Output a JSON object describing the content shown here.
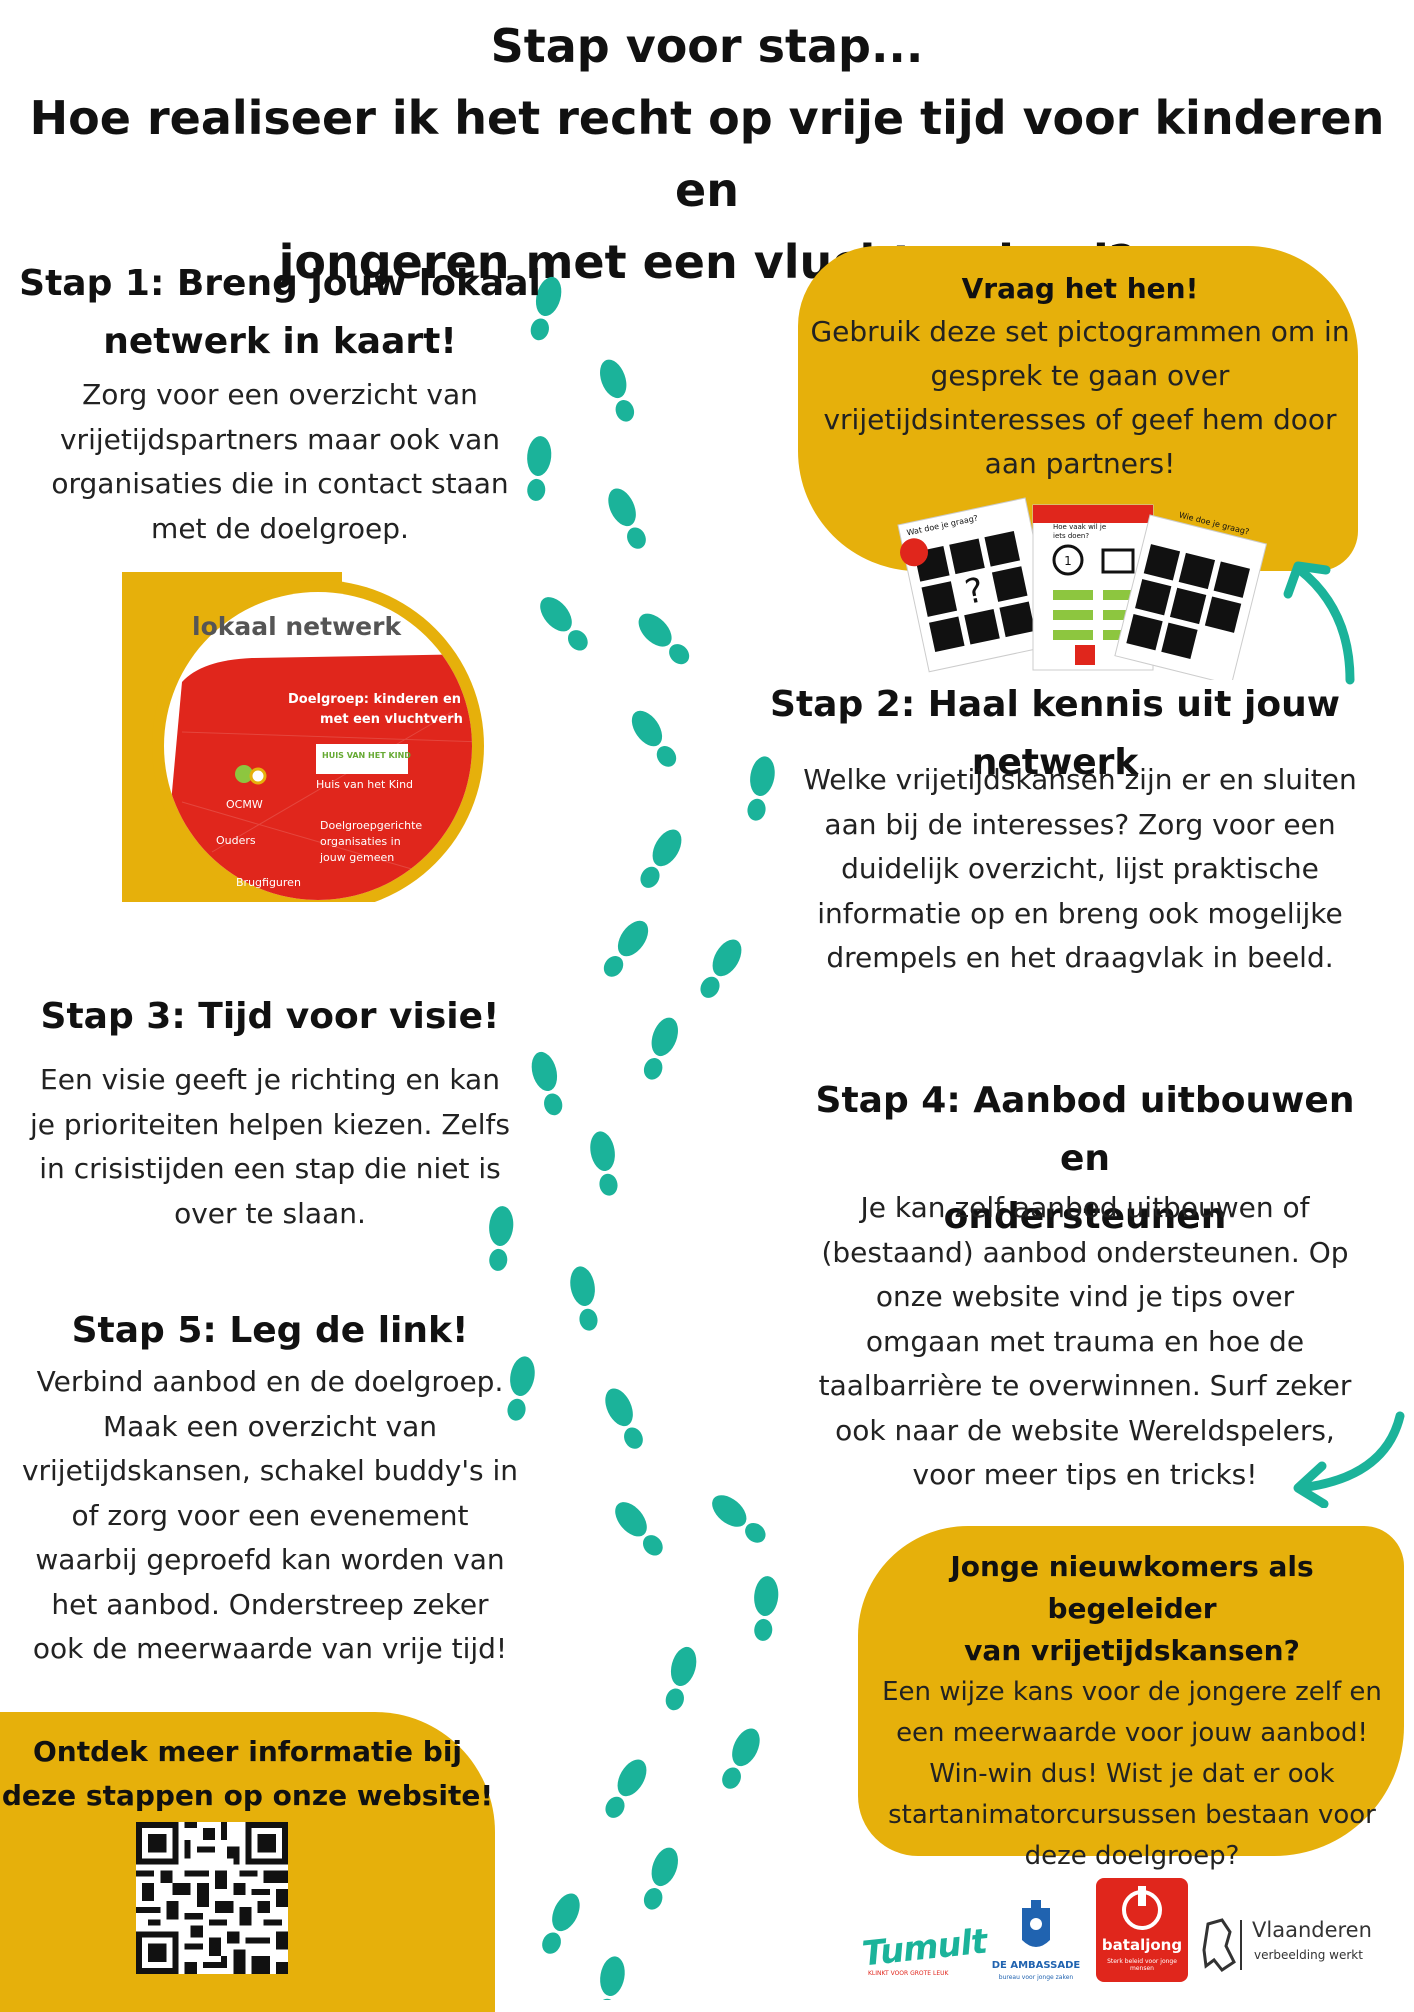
{
  "title": {
    "line1": "Stap voor stap...",
    "line2": "Hoe realiseer ik het recht op vrije tijd voor kinderen en",
    "line3": "jongeren met een vluchtverhaal?"
  },
  "step1": {
    "heading_line1": "Stap 1: Breng jouw lokaal",
    "heading_line2": "netwerk in kaart!",
    "body": [
      "Zorg voor een overzicht van",
      "vrijetijdspartners maar ook van",
      "organisaties die in contact staan",
      "met de doelgroep."
    ]
  },
  "network_image": {
    "title": "lokaal netwerk",
    "target_line1": "Doelgroep: kinderen en",
    "target_line2": "met een vluchtverh",
    "huis_logo": "HUIS VAN HET KIND",
    "ocmw": "OCMW",
    "huis": "Huis van het Kind",
    "ouders": "Ouders",
    "org_line1": "Doelgroepgerichte",
    "org_line2": "organisaties in",
    "org_line3": "jouw gemeen",
    "brug": "Brugfiguren"
  },
  "ask_box": {
    "heading": "Vraag het hen!",
    "body": [
      "Gebruik deze set pictogrammen om in",
      "gesprek te gaan over",
      "vrijetijdsinteresses of geef hem door",
      "aan partners!"
    ]
  },
  "picto_cards": {
    "card1_title": "Wat doe je graag?",
    "card2_title_line1": "Hoe vaak wil je",
    "card2_title_line2": "iets doen?",
    "card3_title": "Wie doe je graag?"
  },
  "step2": {
    "heading": "Stap 2: Haal kennis uit jouw netwerk",
    "body": [
      "Welke vrijetijdskansen zijn er en sluiten",
      "aan bij de interesses?  Zorg voor een",
      "duidelijk overzicht, lijst praktische",
      "informatie op en breng ook mogelijke",
      "drempels en het draagvlak in beeld."
    ]
  },
  "step3": {
    "heading": "Stap 3: Tijd voor visie!",
    "body": [
      "Een visie geeft je richting en kan",
      "je prioriteiten helpen kiezen. Zelfs",
      "in crisistijden een stap die niet is",
      "over te slaan."
    ]
  },
  "step4": {
    "heading_line1": "Stap 4: Aanbod uitbouwen en",
    "heading_line2": "ondersteunen",
    "body": [
      "Je kan zelf aanbod uitbouwen of",
      "(bestaand) aanbod ondersteunen. Op",
      "onze website vind je tips over",
      "omgaan met trauma en hoe de",
      "taalbarrière te overwinnen. Surf zeker",
      "ook naar de website Wereldspelers,",
      "voor meer tips en tricks!"
    ]
  },
  "step5": {
    "heading": "Stap 5: Leg de link!",
    "body": [
      "Verbind aanbod en de doelgroep.",
      "Maak een overzicht van",
      "vrijetijdskansen, schakel buddy's in",
      "of zorg voor een evenement",
      "waarbij geproefd kan worden van",
      "het aanbod. Onderstreep zeker",
      "ook de meerwaarde van vrije tijd!"
    ]
  },
  "website_box": {
    "line1": "Ontdek meer informatie bij",
    "line2": "deze stappen op onze website!"
  },
  "newcomers_box": {
    "heading_line1": "Jonge nieuwkomers als begeleider",
    "heading_line2": "van vrijetijdskansen?",
    "body": [
      "Een wijze kans voor de jongere zelf en",
      "een meerwaarde voor jouw aanbod!",
      "Win-win dus! Wist je dat er ook",
      "startanimatorcursussen bestaan voor",
      "deze doelgroep?"
    ]
  },
  "logos": {
    "tumult": "Tumult",
    "tumult_tag": "KLINKT VOOR GROTE LEUK",
    "ambassade": "DE AMBASSADE",
    "ambassade_tag": "bureau voor jonge zaken",
    "bataljong": "bataljong",
    "bataljong_tag": "Sterk beleid voor jonge mensen",
    "vlaanderen": "Vlaanderen",
    "vlaanderen_tag": "verbeelding werkt"
  },
  "colors": {
    "accent_yellow": "#E6B00B",
    "teal": "#1BB39A",
    "red": "#E0261C",
    "text": "#111111"
  }
}
